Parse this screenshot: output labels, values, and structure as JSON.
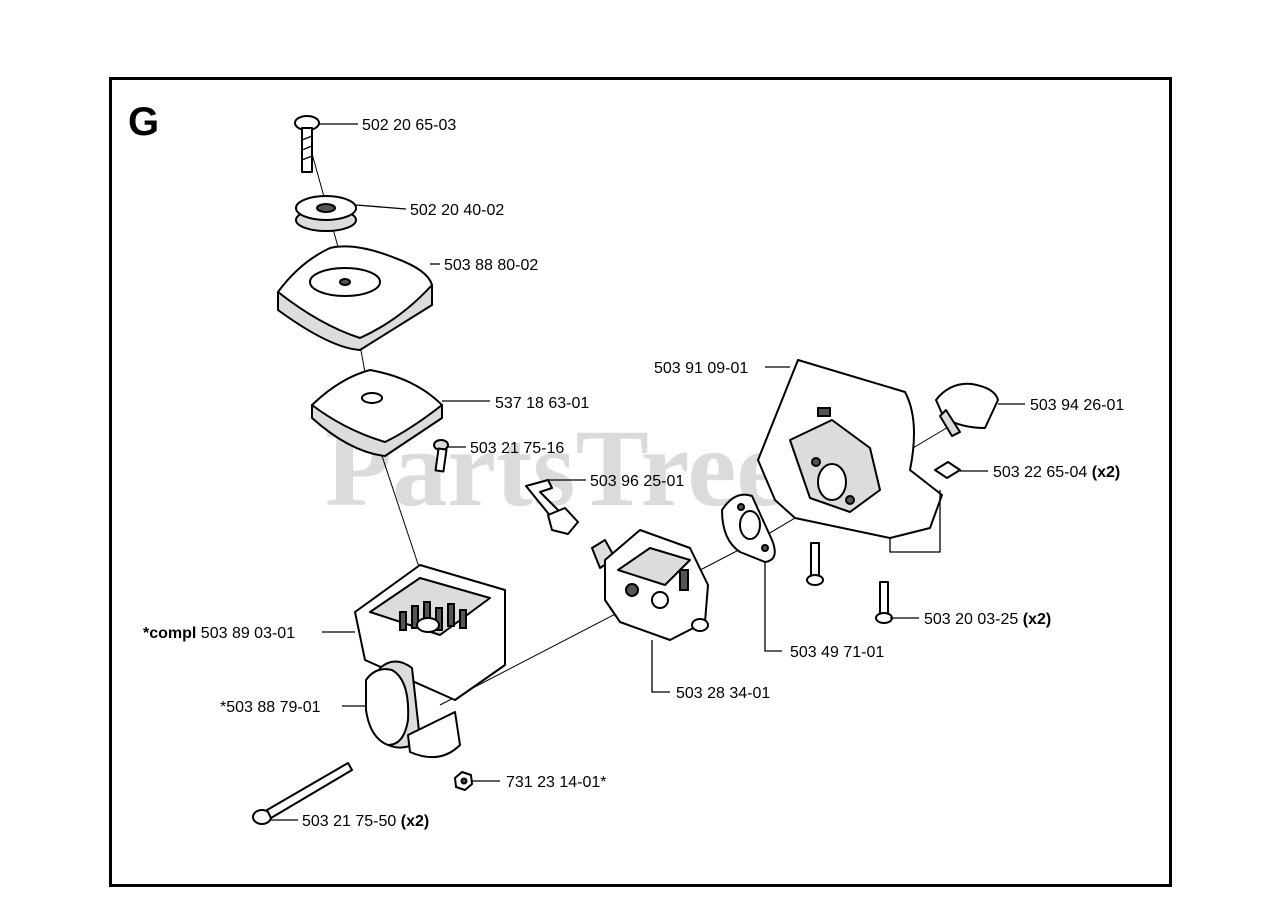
{
  "section_letter": "G",
  "watermark": "PartsTree",
  "labels": {
    "p1": "502 20 65-03",
    "p2": "502 20 40-02",
    "p3": "503 88 80-02",
    "p4": "537 18 63-01",
    "p5": "503 21 75-16",
    "p6": "503 96 25-01",
    "p7": "503 91 09-01",
    "p8": "503 94 26-01",
    "p9_num": "503 22 65-04",
    "p9_qty": "(x2)",
    "p10_num": "503 20 03-25",
    "p10_qty": "(x2)",
    "p11": "503 49 71-01",
    "p12": "503 28 34-01",
    "p13_prefix": "*compl",
    "p13_num": "503 89 03-01",
    "p14": "*503 88 79-01",
    "p15": "731 23 14-01*",
    "p16_num": "503 21 75-50",
    "p16_qty": "(x2)"
  }
}
